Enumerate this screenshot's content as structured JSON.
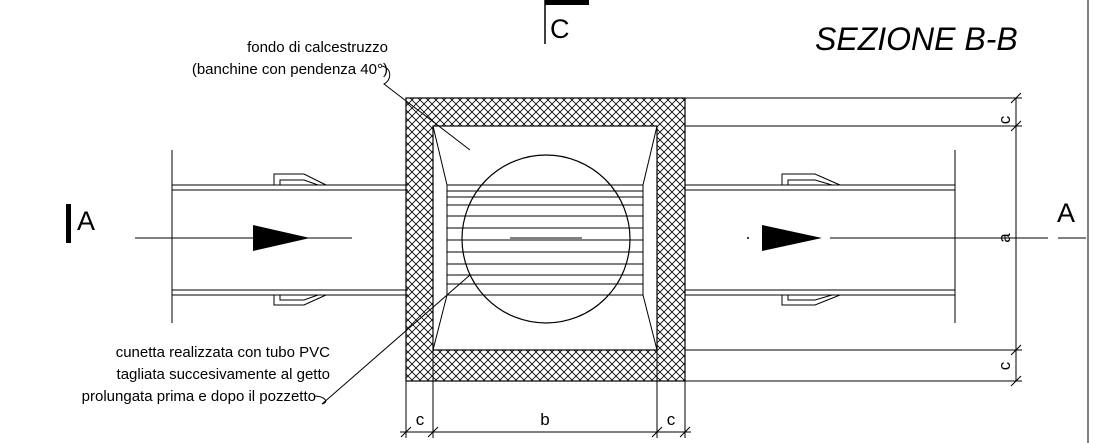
{
  "drawing": {
    "title": "SEZIONE B-B",
    "section_markers": {
      "top": "C",
      "left": "A",
      "right": "A"
    },
    "notes": {
      "concrete_line1": "fondo di calcestruzzo",
      "concrete_line2": "(banchine con pendenza 40°)",
      "channel_line1": "cunetta realizzata con tubo PVC",
      "channel_line2": "tagliata succesivamente al getto",
      "channel_line3": "prolungata prima e dopo il pozzetto"
    },
    "dimensions": {
      "a": "a",
      "b": "b",
      "c_top": "c",
      "c_bottom": "c",
      "c_left": "c",
      "c_right": "c"
    },
    "colors": {
      "stroke": "#000000",
      "background": "#ffffff"
    }
  }
}
